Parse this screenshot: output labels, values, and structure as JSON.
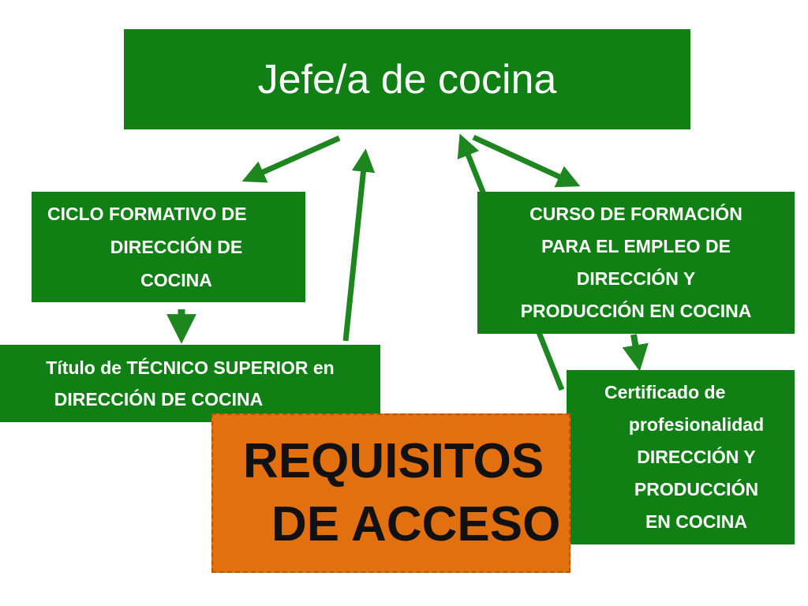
{
  "diagram": {
    "colors": {
      "box_green": "#118014",
      "arrow_green": "#1d861f",
      "orange": "#e2700f"
    },
    "top_box": {
      "label": "Jefe/a de cocina"
    },
    "ciclo_box": {
      "lines": [
        "CICLO FORMATIVO DE",
        "DIRECCIÓN DE",
        "COCINA"
      ]
    },
    "titulo_box": {
      "lines": [
        "Título de TÉCNICO SUPERIOR en",
        "DIRECCIÓN DE COCINA"
      ]
    },
    "curso_box": {
      "lines": [
        "CURSO DE FORMACIÓN",
        "PARA EL EMPLEO DE",
        "DIRECCIÓN Y",
        "PRODUCCIÓN EN COCINA"
      ]
    },
    "certificado_box": {
      "lines": [
        "Certificado de",
        "profesionalidad",
        "DIRECCIÓN Y",
        "PRODUCCIÓN",
        "EN COCINA"
      ]
    },
    "requisitos_box": {
      "lines": [
        "REQUISITOS",
        "DE ACCESO"
      ]
    }
  }
}
